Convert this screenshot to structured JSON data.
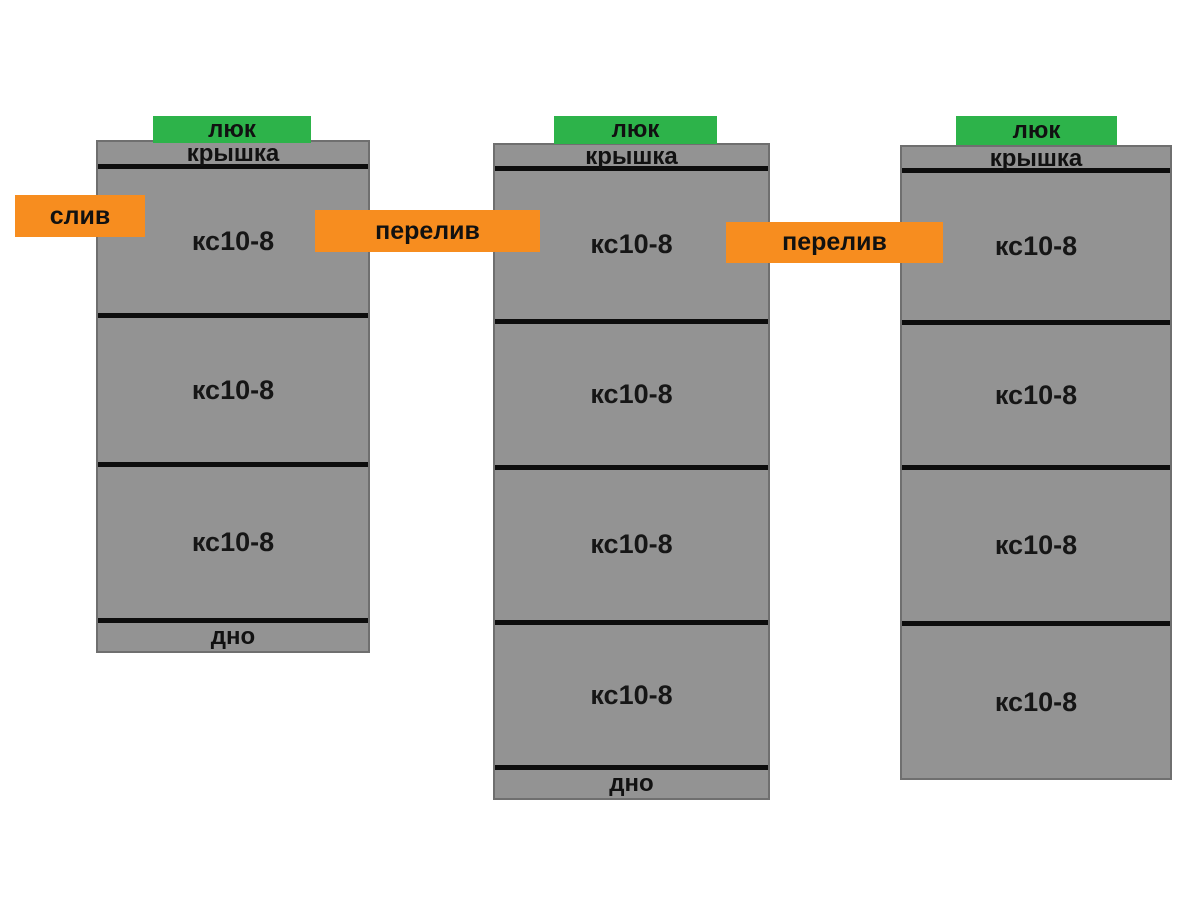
{
  "diagram": {
    "description": "Three-chamber septic system of concrete rings",
    "colors": {
      "hatch_green": "#2db34a",
      "pipe_orange": "#f78d1f",
      "well_gray": "#939393",
      "line_black": "#0d0d0d",
      "background": "#ffffff"
    },
    "wells": [
      {
        "hatch": "люк",
        "cover": "крышка",
        "rings": [
          "кс10-8",
          "кс10-8",
          "кс10-8"
        ],
        "bottom": "дно"
      },
      {
        "hatch": "люк",
        "cover": "крышка",
        "rings": [
          "кс10-8",
          "кс10-8",
          "кс10-8",
          "кс10-8"
        ],
        "bottom": "дно"
      },
      {
        "hatch": "люк",
        "cover": "крышка",
        "rings": [
          "кс10-8",
          "кс10-8",
          "кс10-8",
          "кс10-8"
        ],
        "bottom": null
      }
    ],
    "pipes": [
      {
        "label": "слив"
      },
      {
        "label": "перелив"
      },
      {
        "label": "перелив"
      }
    ]
  }
}
